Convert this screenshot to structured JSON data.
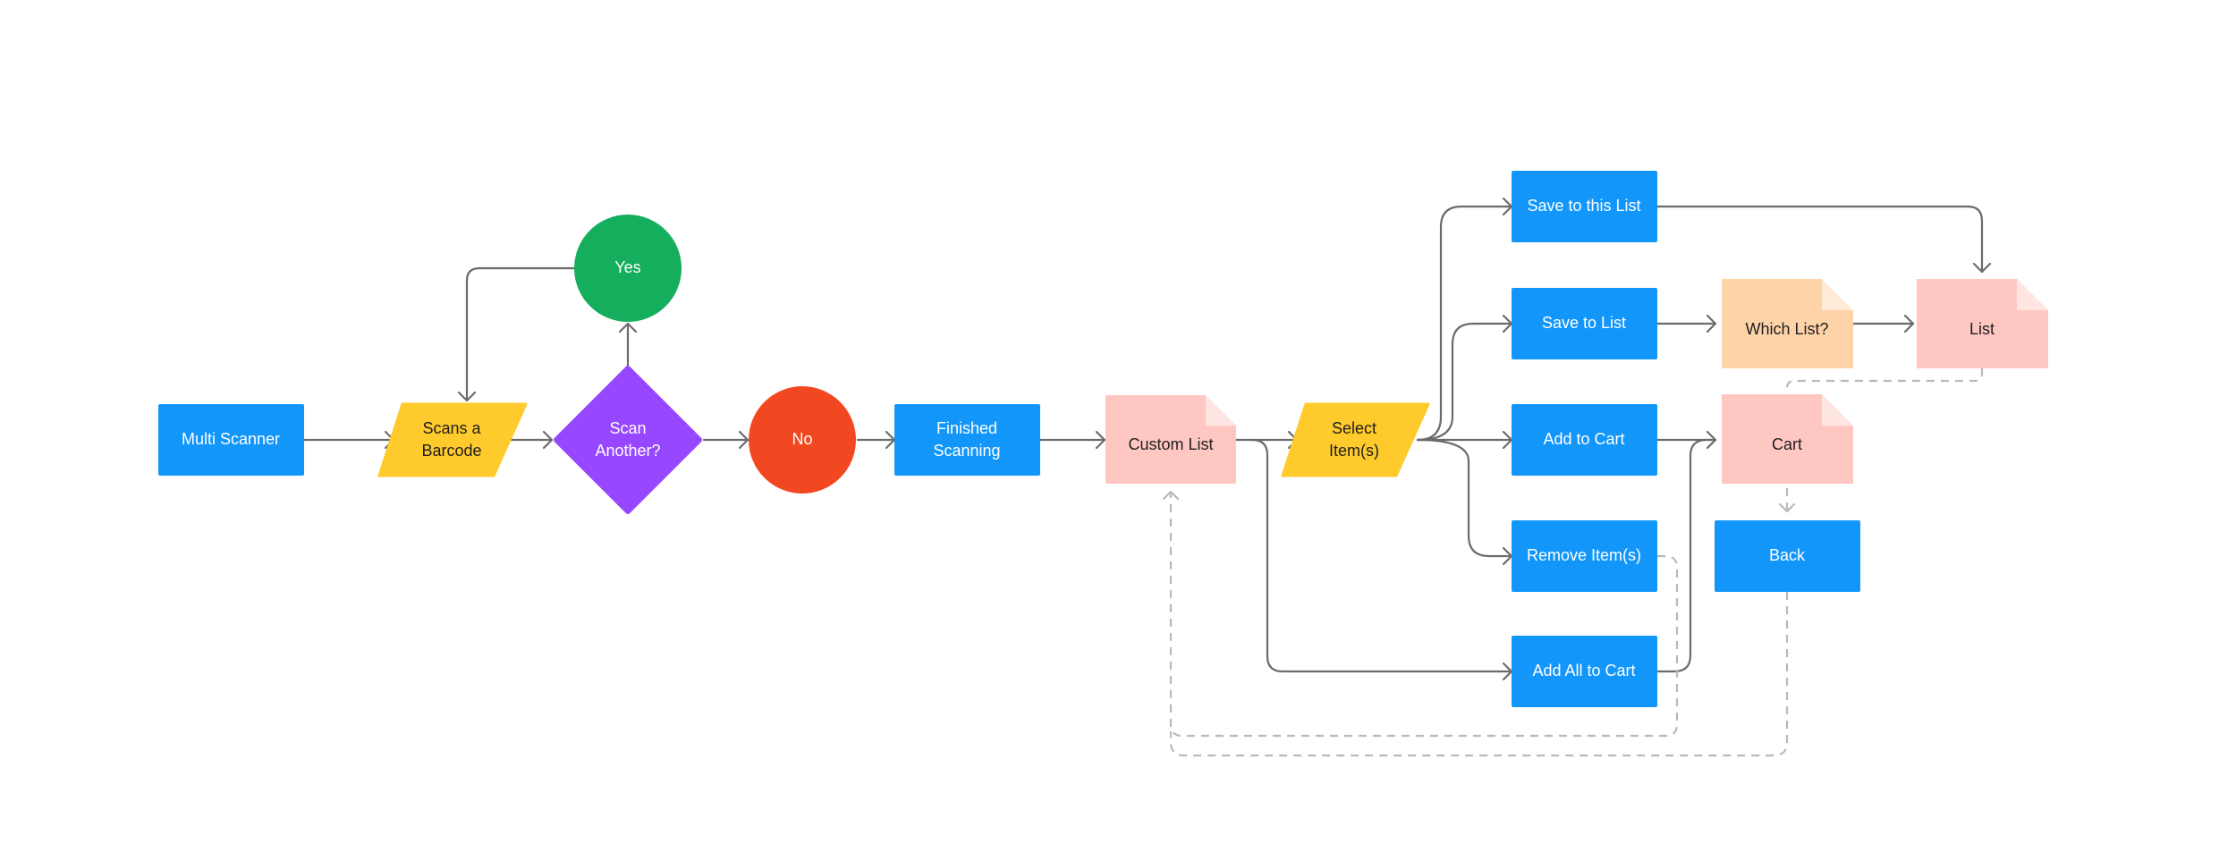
{
  "nodes": {
    "multi_scanner": "Multi Scanner",
    "scans_barcode": [
      "Scans a",
      "Barcode"
    ],
    "scan_another": [
      "Scan",
      "Another?"
    ],
    "yes": "Yes",
    "no": "No",
    "finished_scanning": [
      "Finished",
      "Scanning"
    ],
    "custom_list": "Custom List",
    "select_items": [
      "Select",
      "Item(s)"
    ],
    "save_to_this_list": "Save to this List",
    "save_to_list": "Save to List",
    "add_to_cart": "Add to Cart",
    "remove_items": "Remove Item(s)",
    "add_all_to_cart": "Add All to Cart",
    "which_list": "Which List?",
    "list": "List",
    "cart": "Cart",
    "back": "Back"
  },
  "colors": {
    "process_blue": "#1296FA",
    "io_yellow": "#FFCA2C",
    "decision_purple": "#9747FF",
    "yes_green": "#14AE5C",
    "no_red": "#F24822",
    "document_pink": "#FFC7C2",
    "document_orange": "#FFD3A8",
    "connector_gray": "#6B6B6B",
    "dashed_gray": "#B9B9B9"
  }
}
